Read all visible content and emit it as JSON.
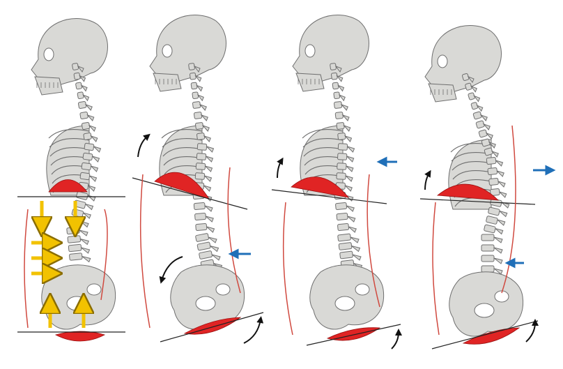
{
  "colors": {
    "bone_fill": "#d9d9d6",
    "bone_stroke": "#6e6e6e",
    "muscle_red": "#e02424",
    "outline_red": "#d0493f",
    "arrow_yellow": "#f2c200",
    "arrow_blue": "#1f6fb8",
    "arrow_black": "#111111",
    "line_black": "#222222"
  },
  "figures": [
    {
      "id": "neutral",
      "pelvic_tilt": 0,
      "spine_curve": 0,
      "arrows": "yellow-pressure"
    },
    {
      "id": "posterior-tilt",
      "pelvic_tilt": -8,
      "spine_curve": 1,
      "arrows": "blue-lumbar"
    },
    {
      "id": "mid-tilt",
      "pelvic_tilt": -5,
      "spine_curve": 0.4,
      "arrows": "blue-thoracic"
    },
    {
      "id": "sway",
      "pelvic_tilt": -7,
      "spine_curve": -0.8,
      "arrows": "blue-both"
    }
  ]
}
